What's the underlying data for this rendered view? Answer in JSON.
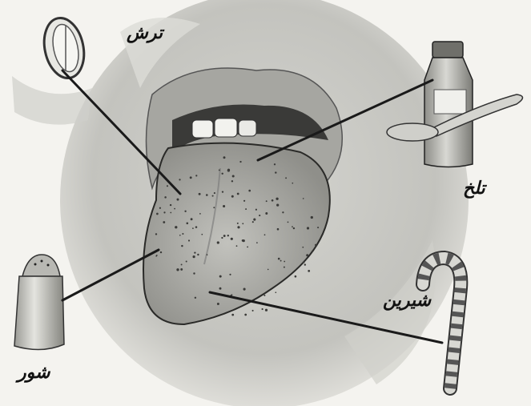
{
  "labels": {
    "sour": "ترش",
    "bitter": "تلخ",
    "salty": "شور",
    "sweet": "شیرین"
  },
  "colors": {
    "background": "#f4f3ef",
    "ink": "#1a1a1a",
    "skin": "#bdbdb8",
    "tongue": "#a9a9a4"
  }
}
